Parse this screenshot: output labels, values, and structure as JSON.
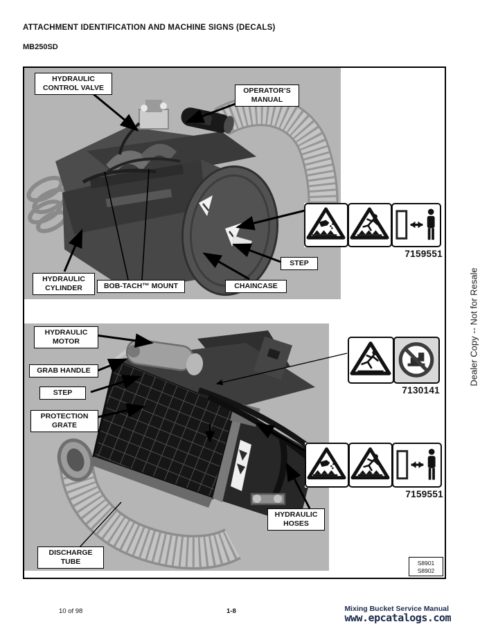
{
  "page": {
    "header_title": "ATTACHMENT IDENTIFICATION AND MACHINE SIGNS (DECALS)",
    "model": "MB250SD",
    "side_note": "Dealer Copy -- Not for Resale",
    "footer": {
      "page_count": "10 of 98",
      "section_page": "1-8",
      "manual_title": "Mixing Bucket Service Manual",
      "watermark": "www.epcatalogs.com"
    }
  },
  "figure_top": {
    "callouts": {
      "hydraulic_control_valve": "HYDRAULIC\nCONTROL VALVE",
      "operators_manual": "OPERATOR’S\nMANUAL",
      "step": "STEP",
      "hydraulic_cylinder": "HYDRAULIC\nCYLINDER",
      "bob_tach_mount": "BOB-TACH™ MOUNT",
      "chaincase": "CHAINCASE"
    },
    "decal_number": "7159551"
  },
  "figure_bottom": {
    "callouts": {
      "hydraulic_motor": "HYDRAULIC\nMOTOR",
      "grab_handle": "GRAB HANDLE",
      "step": "STEP",
      "protection_grate": "PROTECTION\nGRATE",
      "discharge_tube": "DISCHARGE\nTUBE",
      "hydraulic_hoses": "HYDRAULIC\nHOSES"
    },
    "decal_number_fall_no_step": "7130141",
    "decal_number_strip": "7159551",
    "photo_refs": "S8901\nS8902"
  },
  "icons": {
    "crush_warning_icon": "triangle with hand over augers",
    "fall_warning_icon": "triangle with falling person over augers",
    "keep_away_icon": "opening, double arrow, standing person",
    "no_step_icon": "circle-slash over foot on ledge"
  },
  "colors": {
    "photo_background": "#b5b5b5",
    "footer_navy": "#1b2a4a",
    "ink": "#111111"
  }
}
